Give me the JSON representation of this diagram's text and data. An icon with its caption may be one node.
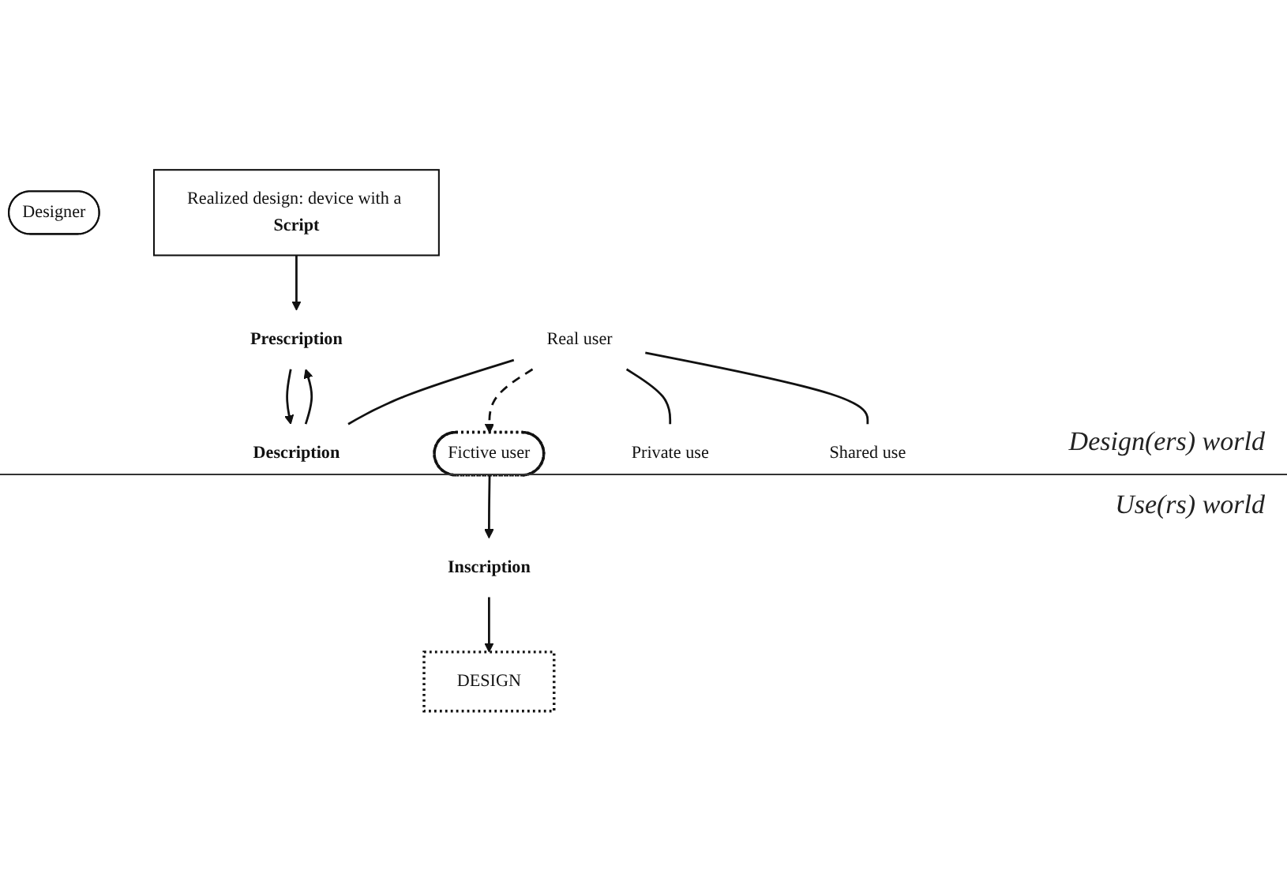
{
  "diagram": {
    "nodes": [
      {
        "text": [
          "Designer"
        ]
      },
      {
        "text": [
          "Fictive user"
        ]
      },
      {
        "text": [
          "Inscription"
        ]
      },
      {
        "text": [
          "DESIGN"
        ]
      },
      {
        "text": [
          "Realized design: device with a **Script**"
        ]
      },
      {
        "text": [
          "Prescription"
        ]
      },
      {
        "text": [
          "Description"
        ]
      },
      {
        "text": [
          "Real user"
        ]
      },
      {
        "text": [
          "Private use"
        ]
      },
      {
        "text": [
          "Shared use"
        ]
      }
    ],
    "edges": [
      {
        "from": 1,
        "to": 2,
        "arrow": "to"
      },
      {
        "from": 2,
        "to": 3,
        "arrow": "to"
      },
      {
        "from": 4,
        "to": 5,
        "arrow": "to"
      },
      {
        "from": 5,
        "to": 6,
        "arrow": "to"
      },
      {
        "from": 6,
        "to": 5,
        "arrow": "to"
      },
      {
        "from": 7,
        "to": 6,
        "arrow": "none"
      },
      {
        "from": 7,
        "to": 1,
        "arrow": "to",
        "style": "dashed"
      },
      {
        "from": 7,
        "to": 8,
        "arrow": "none"
      },
      {
        "from": 7,
        "to": 9,
        "arrow": "none"
      }
    ],
    "labels": [
      "Design(ers) world",
      "Use(rs) world"
    ]
  }
}
